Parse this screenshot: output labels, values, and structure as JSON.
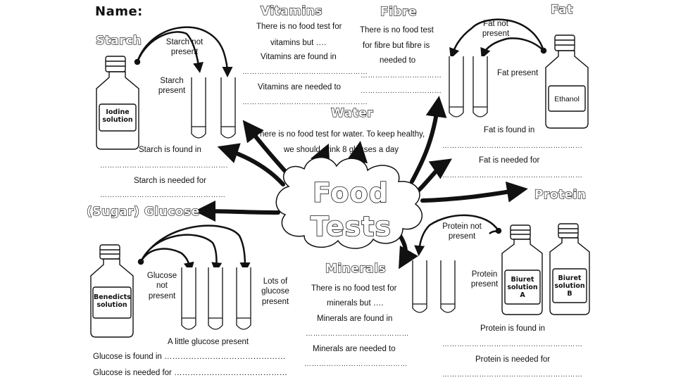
{
  "header": {
    "name_label": "Name:"
  },
  "center": {
    "line1": "Food",
    "line2": "Tests"
  },
  "starch": {
    "heading": "Starch",
    "not_present": "Starch not present",
    "present": "Starch present",
    "bottle_label": "Iodine solution",
    "found_in": "Starch is found in",
    "found_in_dots": "…………………………………………….",
    "needed_for": "Starch is needed for",
    "needed_for_dots": "……………………………………………"
  },
  "vitamins": {
    "heading": "Vitamins",
    "line1": "There is no food test for",
    "line2": "vitamins but ….",
    "line3": "Vitamins are found in",
    "dots1": "……………………………………………",
    "line4": "Vitamins are needed to",
    "dots2": "……………………………………………"
  },
  "fibre": {
    "heading": "Fibre",
    "line1": "There is no food test",
    "line2": "for fibre but fibre is",
    "line3": "needed to",
    "dots1": "……………………………",
    "dots2": "……………………………"
  },
  "fat": {
    "heading": "Fat",
    "not_present": "Fat not present",
    "present": "Fat present",
    "bottle_label": "Ethanol",
    "found_in": "Fat is found in",
    "found_in_dots": "…………………………………………………",
    "needed_for": "Fat is needed for",
    "needed_for_dots": "…………………………………………………"
  },
  "water": {
    "heading": "Water",
    "line1": "There is no food test for water. To keep healthy,",
    "line2": "we should drink 8 glasses a day"
  },
  "protein": {
    "heading": "Protein",
    "not_present": "Protein not present",
    "present": "Protein present",
    "bottle_a": "Biuret solution A",
    "bottle_b": "Biuret solution B",
    "found_in": "Protein is found in",
    "found_in_dots": "…………………………………………………",
    "needed_for": "Protein is needed for",
    "needed_for_dots": "…………………………………………………"
  },
  "glucose": {
    "heading": "(Sugar) Glucose",
    "not_present": "Glucose not present",
    "lots": "Lots of glucose present",
    "little": "A little glucose present",
    "bottle_label": "Benedicts solution",
    "found_in": "Glucose is found in ………………………………………",
    "needed_for": "Glucose is needed for ……………………………………"
  },
  "minerals": {
    "heading": "Minerals",
    "line1": "There is no food test for",
    "line2": "minerals but ….",
    "line3": "Minerals are found in",
    "dots1": "……………………………………",
    "line4": "Minerals are needed to",
    "dots2": "……………………………………"
  }
}
